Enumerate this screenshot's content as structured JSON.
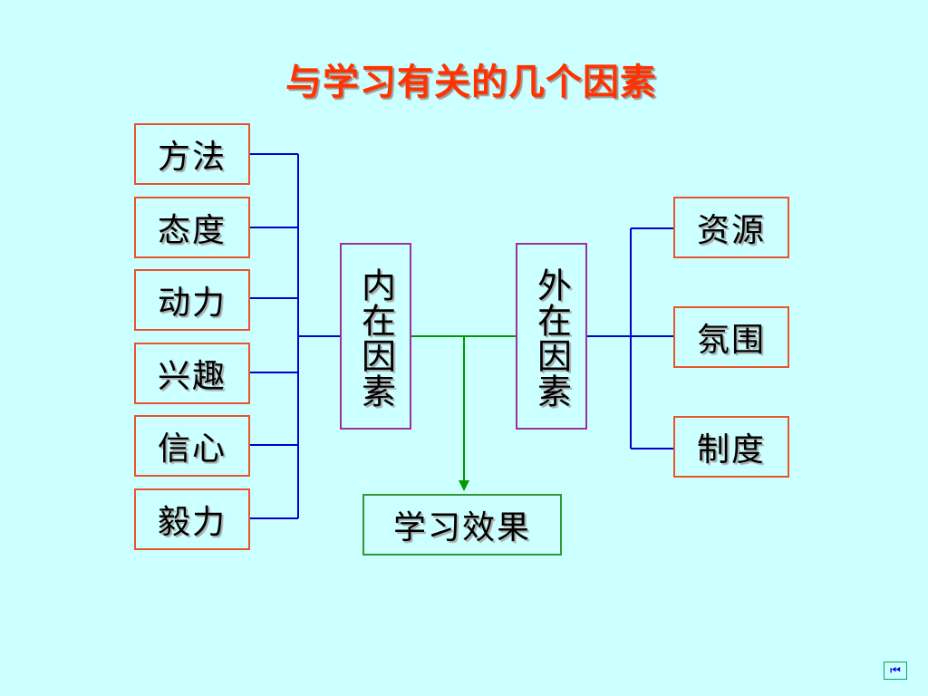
{
  "title": "与学习有关的几个因素",
  "internal": {
    "label": "内在因素",
    "items": [
      "方法",
      "态度",
      "动力",
      "兴趣",
      "信心",
      "毅力"
    ]
  },
  "external": {
    "label": "外在因素",
    "items": [
      "资源",
      "氛围",
      "制度"
    ]
  },
  "result": "学习效果",
  "colors": {
    "background": "#ccffff",
    "title": "#ff3300",
    "factor_border": "#e8552a",
    "category_border": "#993399",
    "result_border": "#339933",
    "connector": "#0000cc",
    "result_connector": "#009900"
  },
  "nav": {
    "icon": "first-page-icon"
  }
}
